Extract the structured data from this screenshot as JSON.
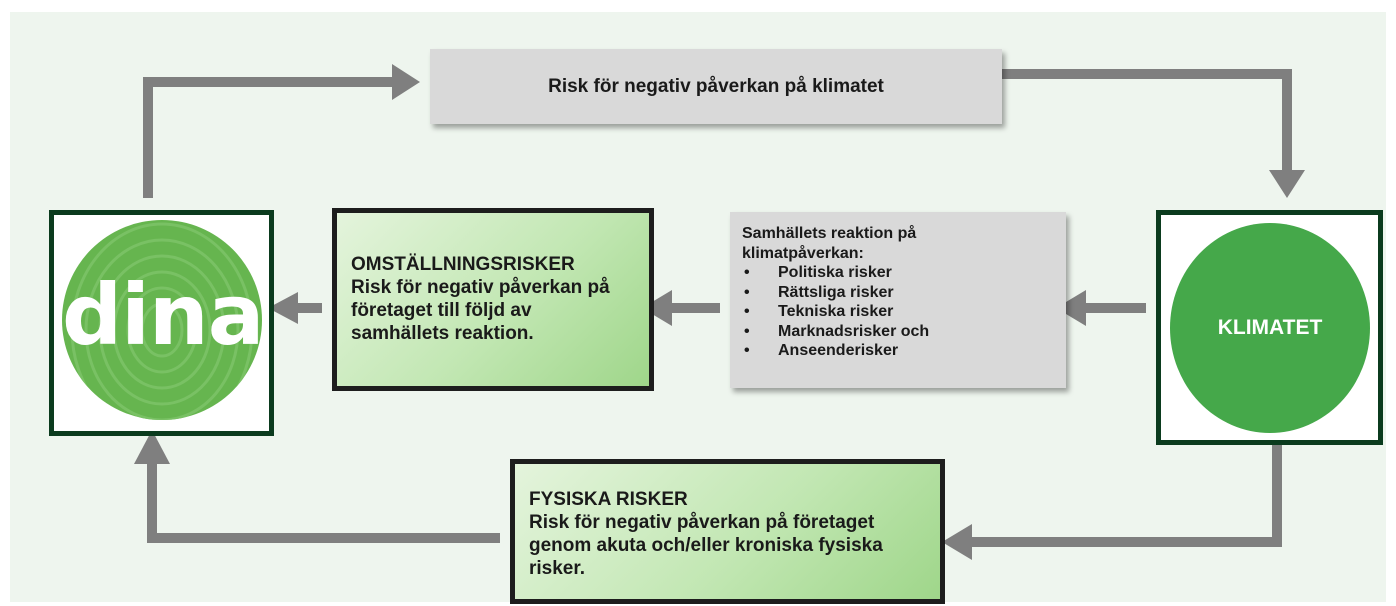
{
  "colors": {
    "background": "#eef5ee",
    "arrow": "#7f7f7f",
    "gray_box": "#d9d9d9",
    "green_box_gradient": [
      "#e4f4dc",
      "#9fd68a"
    ],
    "box_border": "#1d1d1d",
    "frame_border": "#0b3b1e",
    "dina_circle": "#66b54f",
    "klimat_circle": "#45a84a"
  },
  "top_box": {
    "text": "Risk för negativ påverkan på klimatet"
  },
  "omstallning_box": {
    "heading": "OMSTÄLLNINGSRISKER",
    "lines": [
      "Risk för negativ påverkan på",
      "företaget till följd av",
      "samhällets reaktion."
    ]
  },
  "reaction_box": {
    "lines": [
      "Samhällets reaktion på",
      "klimatpåverkan:"
    ],
    "items": [
      "Politiska risker",
      "Rättsliga risker",
      "Tekniska risker",
      "Marknadsrisker och",
      "Anseenderisker"
    ]
  },
  "fysiska_box": {
    "heading": "FYSISKA RISKER",
    "lines": [
      "Risk för negativ påverkan på företaget",
      "genom akuta och/eller kroniska fysiska",
      "risker."
    ]
  },
  "dina_logo": {
    "text": "dina",
    "icon": "fingerprint-circle-logo"
  },
  "klimat_node": {
    "label": "KLIMATET"
  }
}
